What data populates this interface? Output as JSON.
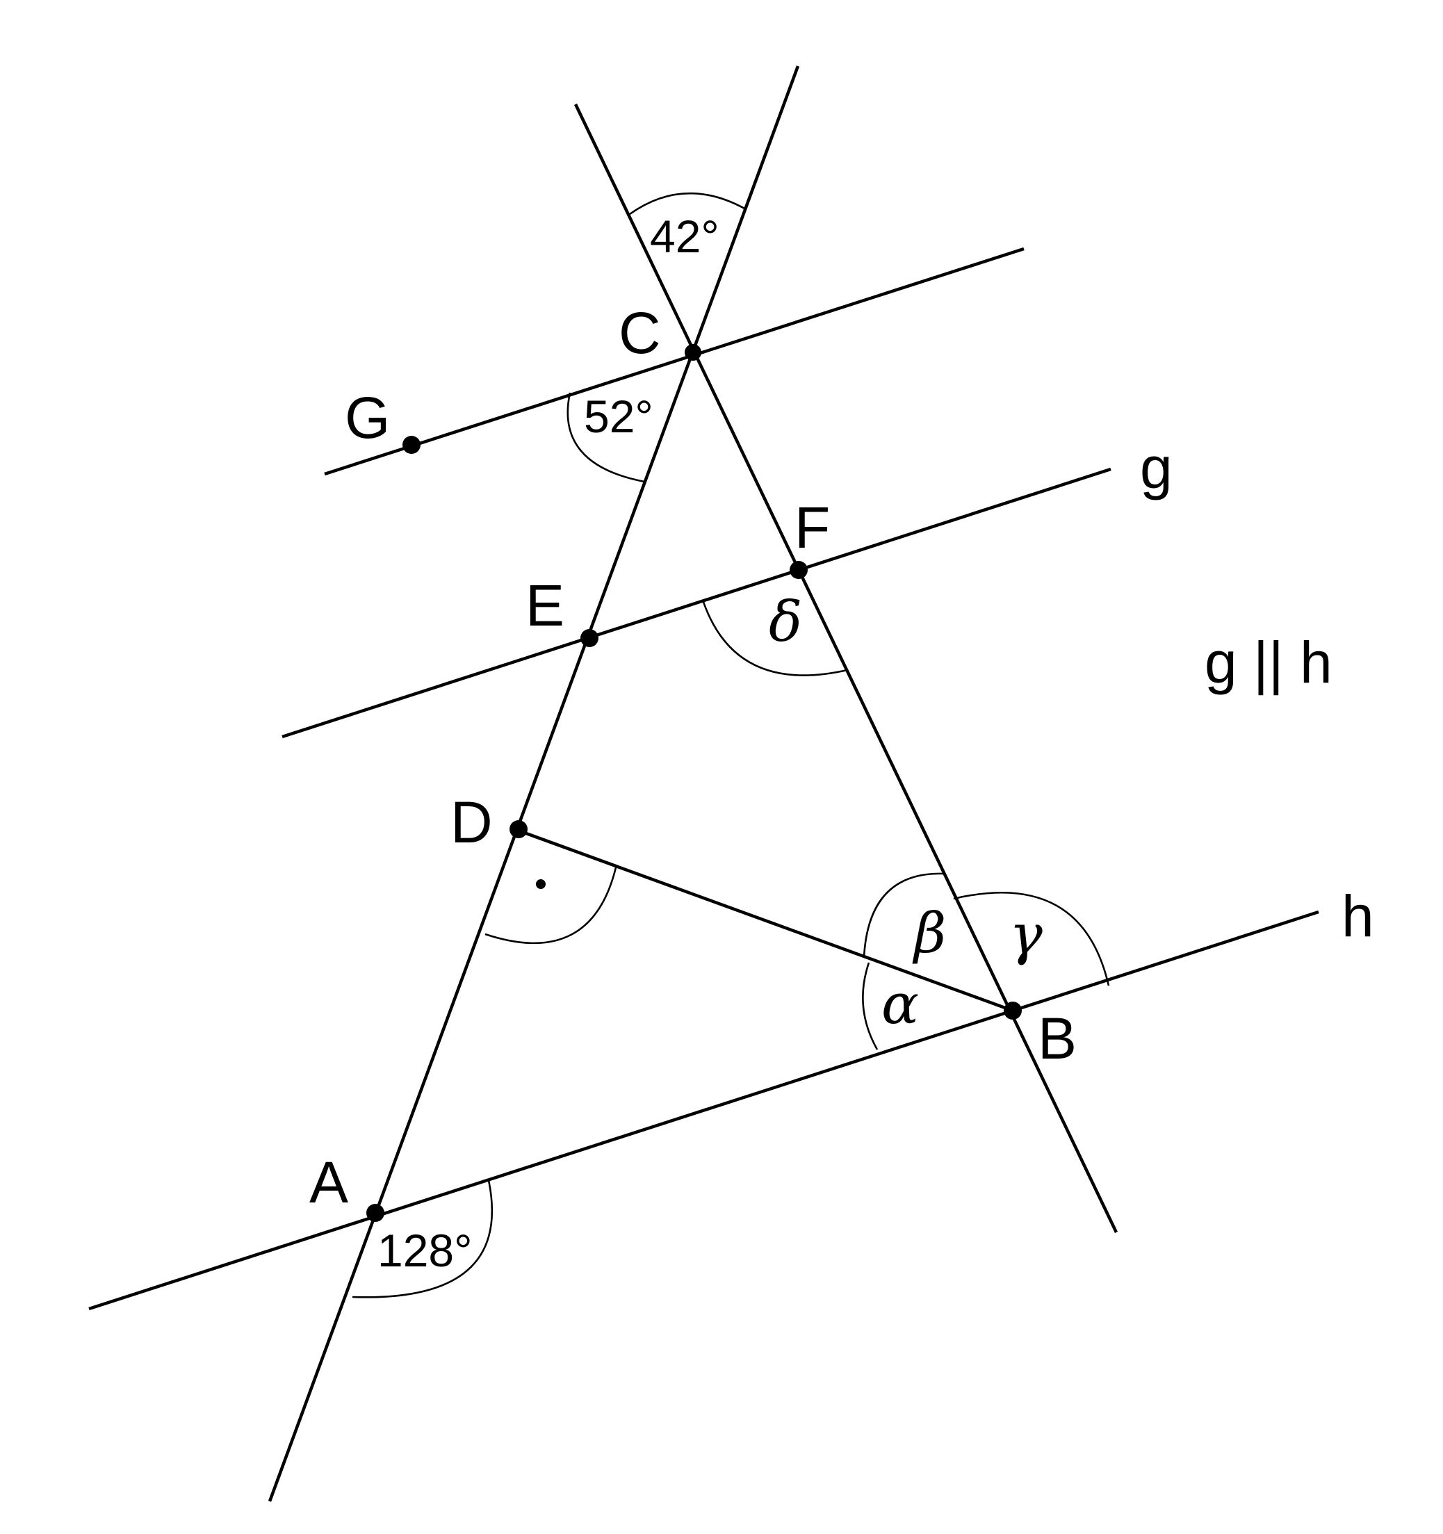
{
  "points": {
    "A": "A",
    "B": "B",
    "C": "C",
    "D": "D",
    "E": "E",
    "F": "F",
    "G": "G"
  },
  "lines": {
    "g": "g",
    "h": "h"
  },
  "relation": "g || h",
  "angles": {
    "top_at_C": "42°",
    "at_C_below": "52°",
    "at_A": "128°",
    "delta": "δ",
    "alpha": "α",
    "beta": "β",
    "gamma": "γ"
  },
  "right_angle_marker": "·"
}
